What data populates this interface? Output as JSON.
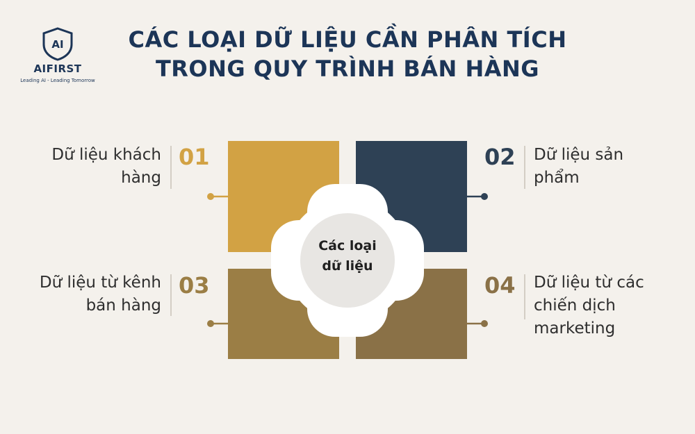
{
  "logo": {
    "mark": "AI",
    "brand": "AIFIRST",
    "tagline": "Leading AI - Leading Tomorrow"
  },
  "title": {
    "line1": "CÁC LOẠI DỮ LIỆU CẦN PHÂN TÍCH",
    "line2": "TRONG QUY TRÌNH BÁN HÀNG"
  },
  "center": {
    "line1": "Các loại",
    "line2": "dữ liệu"
  },
  "items": [
    {
      "number": "01",
      "lines": [
        "Dữ liệu khách",
        "hàng"
      ],
      "color": "#d2a244"
    },
    {
      "number": "02",
      "lines": [
        "Dữ liệu sản",
        "phẩm"
      ],
      "color": "#2e4155"
    },
    {
      "number": "03",
      "lines": [
        "Dữ liệu từ kênh",
        "bán hàng"
      ],
      "color": "#9b7e45"
    },
    {
      "number": "04",
      "lines": [
        "Dữ liệu từ các",
        "chiến dịch",
        "marketing"
      ],
      "color": "#8a7147"
    }
  ],
  "colors": {
    "background": "#f4f1ec",
    "navy": "#1c3557",
    "center_circle": "#e8e6e3",
    "white_ring": "#ffffff"
  }
}
